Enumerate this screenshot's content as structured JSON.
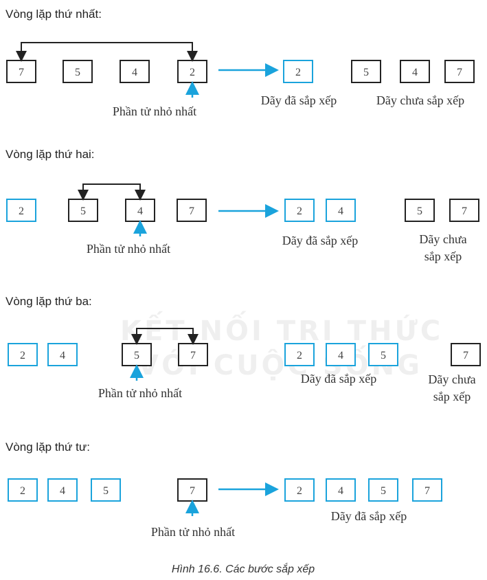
{
  "colors": {
    "sorted": "#1aa3dc",
    "unsorted": "#222222",
    "arrow": "#1aa3dc"
  },
  "watermark": [
    "KẾT NỐI TRI THỨC",
    "VỚI CUỘC SỐNG"
  ],
  "iterations": [
    {
      "title": "Vòng lặp thứ nhất:",
      "input": [
        "7",
        "5",
        "4",
        "2"
      ],
      "input_sorted_count": 0,
      "min_label": "Phần tử nhỏ nhất",
      "sorted": [
        "2"
      ],
      "unsorted": [
        "5",
        "4",
        "7"
      ],
      "sorted_label": [
        "Dãy đã sắp xếp"
      ],
      "unsorted_label": [
        "Dãy chưa sắp xếp"
      ]
    },
    {
      "title": "Vòng lặp thứ hai:",
      "input": [
        "2",
        "5",
        "4",
        "7"
      ],
      "input_sorted_count": 1,
      "min_label": "Phần tử nhỏ nhất",
      "sorted": [
        "2",
        "4"
      ],
      "unsorted": [
        "5",
        "7"
      ],
      "sorted_label": [
        "Dãy đã sắp xếp"
      ],
      "unsorted_label": [
        "Dãy chưa",
        "sắp xếp"
      ]
    },
    {
      "title": "Vòng lặp thứ ba:",
      "input": [
        "2",
        "4",
        "5",
        "7"
      ],
      "input_sorted_count": 2,
      "min_label": "Phần tử nhỏ nhất",
      "sorted": [
        "2",
        "4",
        "5"
      ],
      "unsorted": [
        "7"
      ],
      "sorted_label": [
        "Dãy đã sắp xếp"
      ],
      "unsorted_label": [
        "Dãy chưa",
        "sắp xếp"
      ]
    },
    {
      "title": "Vòng lặp thứ tư:",
      "input": [
        "2",
        "4",
        "5",
        "7"
      ],
      "input_sorted_count": 3,
      "min_label": "Phần tử nhỏ nhất",
      "sorted": [
        "2",
        "4",
        "5",
        "7"
      ],
      "unsorted": [],
      "sorted_label": [
        "Dãy đã sắp xếp"
      ],
      "unsorted_label": []
    }
  ],
  "caption": "Hình 16.6. Các bước sắp xếp"
}
